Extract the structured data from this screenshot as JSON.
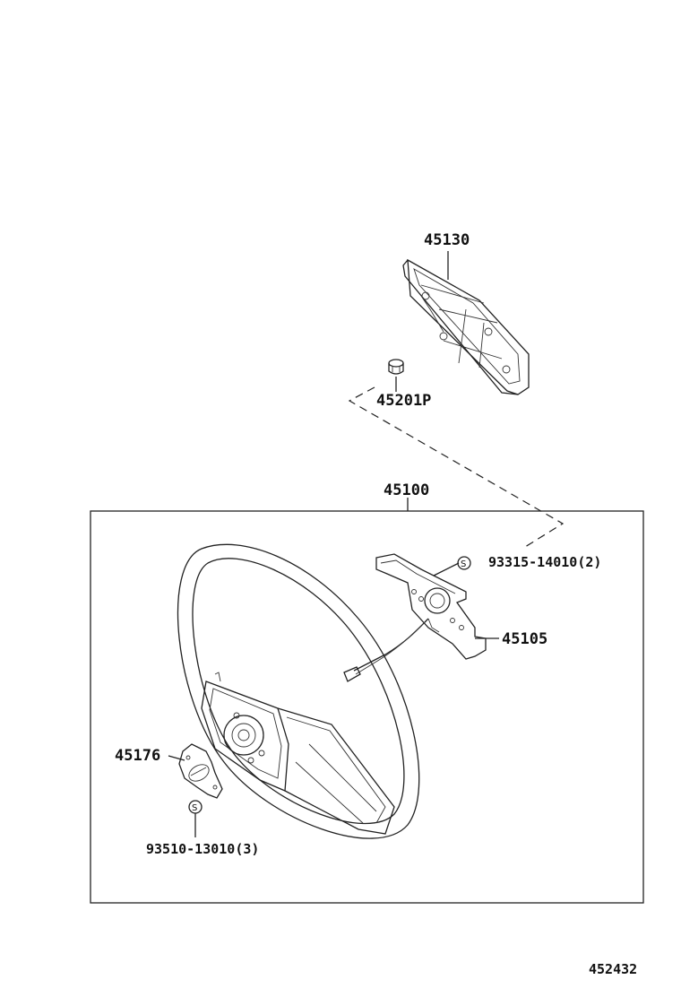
{
  "parts": {
    "pad": "45130",
    "cap": "45201P",
    "assembly": "45100",
    "bracket": "45105",
    "bracket_screw": "93315-14010(2)",
    "spacer": "45176",
    "spacer_screw": "93510-13010(3)"
  },
  "screw_symbol": "S",
  "figure_number": "452432"
}
